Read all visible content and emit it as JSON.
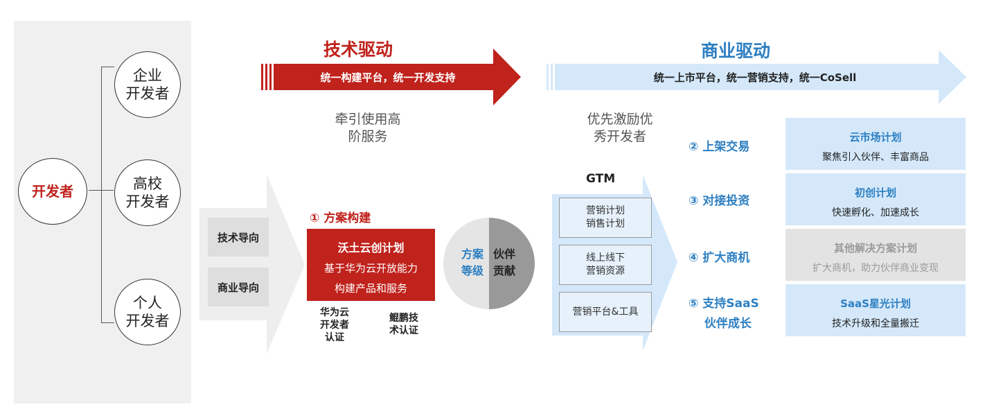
{
  "left_panel": {
    "center": "开发者",
    "items": [
      "企业\n开发者",
      "高校\n开发者",
      "个人\n开发者"
    ]
  },
  "tech_drive": {
    "title": "技术驱动",
    "arrow_text": "统一构建平台，统一开发支持",
    "note": "牵引使用高\n阶服务"
  },
  "business_drive": {
    "title": "商业驱动",
    "arrow_text": "统一上市平台，统一营销支持，统一CoSell",
    "note": "优先激励优\n秀开发者"
  },
  "orientation": [
    "技术导向",
    "商业导向"
  ],
  "solution": {
    "step": "① 方案构建",
    "plan_title": "沃土云创计划",
    "plan_line1": "基于华为云开放能力",
    "plan_line2": "构建产品和服务",
    "cert1": "华为云\n开发者\n认证",
    "cert2": "鲲鹏技\n术认证"
  },
  "pie": {
    "left_label": "方案\n等级",
    "right_label": "伙伴\n贡献"
  },
  "gtm": {
    "title": "GTM",
    "items": [
      "营销计划\n销售计划",
      "线上线下\n营销资源",
      "营销平台&工具"
    ]
  },
  "steps": [
    {
      "label": "② 上架交易"
    },
    {
      "label": "③ 对接投资"
    },
    {
      "label": "④ 扩大商机"
    },
    {
      "label": "⑤ 支持SaaS\n　 伙伴成长"
    }
  ],
  "plans": [
    {
      "title": "云市场计划",
      "desc": "聚焦引入伙伴、丰富商品"
    },
    {
      "title": "初创计划",
      "desc": "快速孵化、加速成长"
    },
    {
      "title": "其他解决方案计划",
      "desc": "扩大商机，助力伙伴商业变现"
    },
    {
      "title": "SaaS星光计划",
      "desc": "技术升级和全量搬迁"
    }
  ],
  "colors": {
    "red": "#c0221c",
    "blue": "#2d7fc2",
    "light_blue": "#d4e8fa",
    "grey": "#e3e3e3"
  }
}
